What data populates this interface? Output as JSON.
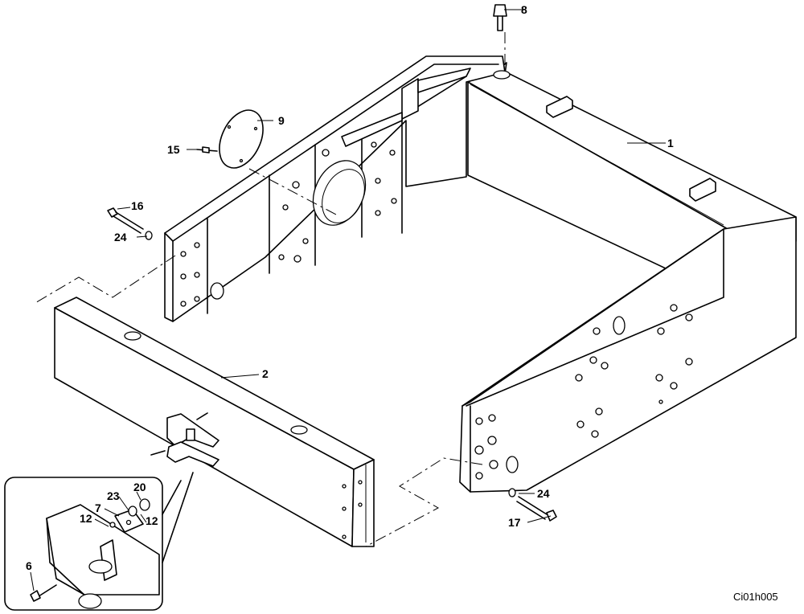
{
  "callouts": [
    {
      "id": "c8",
      "text": "8"
    },
    {
      "id": "c9",
      "text": "9"
    },
    {
      "id": "c1",
      "text": "1"
    },
    {
      "id": "c15",
      "text": "15"
    },
    {
      "id": "c16",
      "text": "16"
    },
    {
      "id": "c24a",
      "text": "24"
    },
    {
      "id": "c2",
      "text": "2"
    },
    {
      "id": "c24b",
      "text": "24"
    },
    {
      "id": "c17",
      "text": "17"
    },
    {
      "id": "c20",
      "text": "20"
    },
    {
      "id": "c23",
      "text": "23"
    },
    {
      "id": "c7",
      "text": "7"
    },
    {
      "id": "c12a",
      "text": "12"
    },
    {
      "id": "c12b",
      "text": "12"
    },
    {
      "id": "c6",
      "text": "6"
    }
  ],
  "drawing_ref": "Ci01h005"
}
